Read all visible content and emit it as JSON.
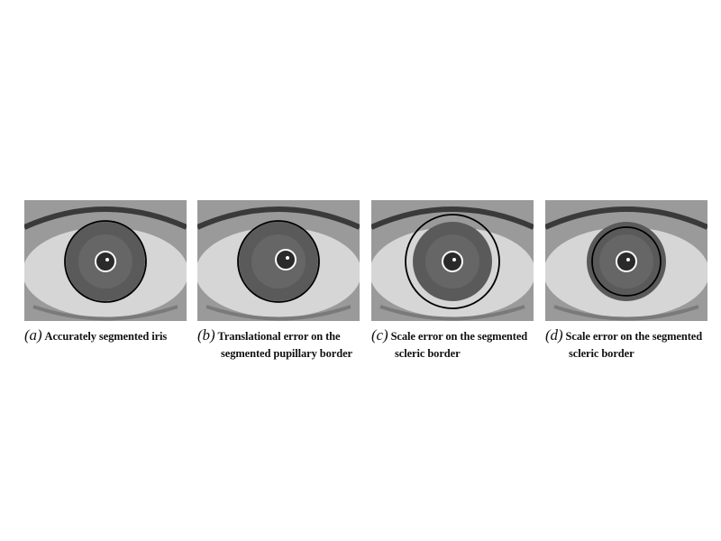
{
  "figure": {
    "panels": [
      {
        "letter": "(a)",
        "caption_line1": "Accurately segmented iris",
        "caption_line2": "",
        "outer_circle": "normal",
        "inner_circle": "centered"
      },
      {
        "letter": "(b)",
        "caption_line1": "Translational error on the",
        "caption_line2": "segmented pupillary border",
        "outer_circle": "normal",
        "inner_circle": "shifted"
      },
      {
        "letter": "(c)",
        "caption_line1": "Scale error on the segmented",
        "caption_line2": "scleric border",
        "outer_circle": "enlarged",
        "inner_circle": "centered"
      },
      {
        "letter": "(d)",
        "caption_line1": "Scale error on the segmented",
        "caption_line2": "scleric border",
        "outer_circle": "shrunk",
        "inner_circle": "centered"
      }
    ],
    "colors": {
      "iris": "#5a5a5a",
      "sclera": "#d2d2d2",
      "skin": "#9a9a9a",
      "pupil_circle": "#ffffff",
      "iris_circle": "#000000"
    }
  }
}
